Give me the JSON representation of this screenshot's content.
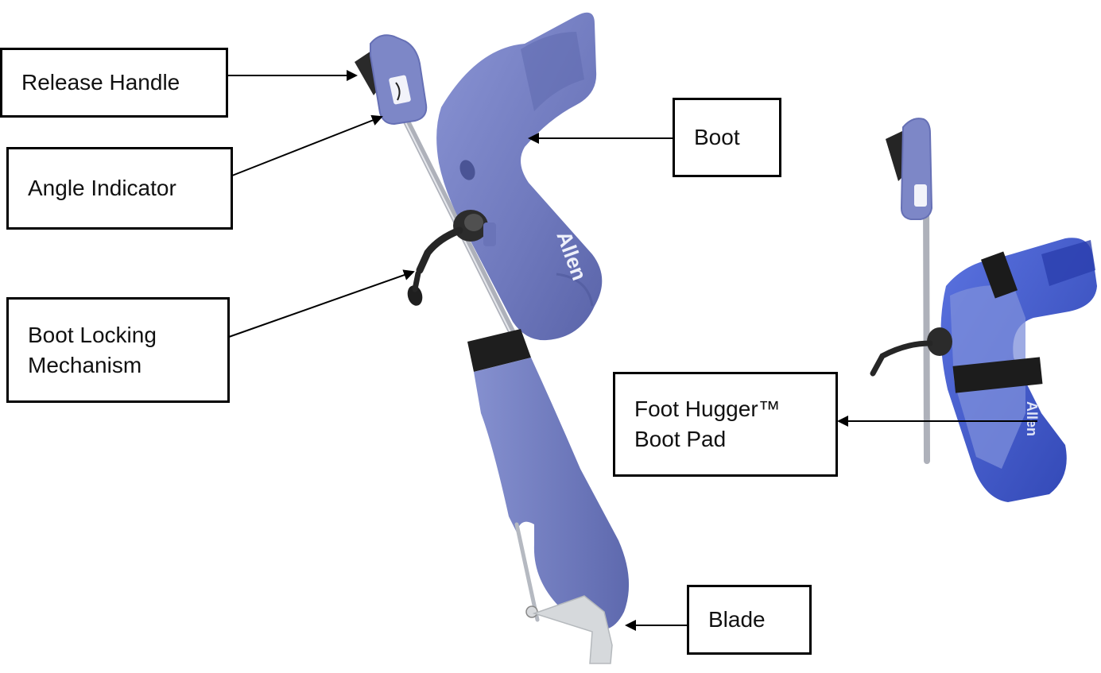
{
  "labels": {
    "release_handle": "Release Handle",
    "angle_indicator": "Angle Indicator",
    "boot_locking_mechanism": "Boot Locking\nMechanism",
    "boot": "Boot",
    "foot_hugger": "Foot Hugger™\nBoot Pad",
    "blade": "Blade"
  },
  "brand_marks": {
    "main_device": "Allen",
    "small_device": "Allen"
  },
  "colors": {
    "device_blue": "#7681c4",
    "device_blue_dark": "#5d68ad",
    "pad_blue": "#3f57c9",
    "rod_steel": "#b9bcc4",
    "grip_black": "#222222",
    "blade_gray": "#d6d9dc"
  }
}
